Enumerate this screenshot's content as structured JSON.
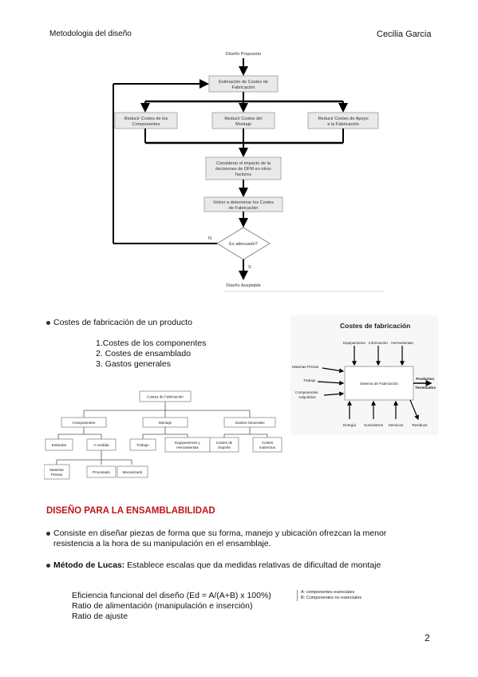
{
  "header": {
    "left": "Metodologia del diseño",
    "right": "Cecilia Garcia"
  },
  "flowchart": {
    "start": "Diseño Propuesto",
    "estimate": [
      "Estimación de Costes de",
      "Fabricación"
    ],
    "reduce_components": [
      "Reducir Costes de los",
      "Componentes"
    ],
    "reduce_assembly": [
      "Reducir Costes del",
      "Montaje"
    ],
    "reduce_support": [
      "Reducir Costes de Apoyo",
      "a la Fabricación"
    ],
    "consider": [
      "Considerar el impacto de la",
      "decisiones de DFM en otros",
      "factores"
    ],
    "redetermine": [
      "Volver a determinar los Costes",
      "de Fabricación"
    ],
    "decision": "Es adecuado?",
    "no_label": "N",
    "yes_label": "S",
    "end": "Diseño Aceptable"
  },
  "costs": {
    "bullet": "Costes de fabricación de un producto",
    "items": [
      "1.Costes de los componentes",
      "2. Costes de ensamblado",
      "3. Gastos generales"
    ]
  },
  "system_diagram": {
    "title": "Costes de fabricación",
    "top_inputs": [
      "Equipamiento",
      "Información",
      "Herramientas"
    ],
    "left_inputs": [
      "Materias Primas",
      "Trabajo",
      "Componentes",
      "Adquiridos"
    ],
    "center": "Sistema de Fabricación",
    "output": [
      "Productos",
      "Terminados"
    ],
    "bottom": [
      "Energía",
      "Suministros",
      "Servicios",
      "Residuos"
    ]
  },
  "tree": {
    "root": "Costes de Fabricación",
    "level1": [
      "Componentes",
      "Montaje",
      "Gastos Generales"
    ],
    "components_children": [
      "Estándar",
      "A medida"
    ],
    "assembly_children": [
      "Trabajo",
      "Equipamiento y",
      "Herramientas"
    ],
    "overhead_children": [
      "Costes de",
      "Soporte",
      "Costes",
      "Indirectos"
    ],
    "custom_children": [
      "Materias",
      "Primas",
      "Procesado",
      "Mecanizado"
    ]
  },
  "dfa": {
    "title": "DISEÑO PARA LA ENSAMBLABILIDAD",
    "bullet1_line1": "Consiste en diseñar piezas de forma que su forma, manejo y ubicación ofrezcan la menor",
    "bullet1_line2": "resistencia a la hora de su manipulación en el ensamblaje.",
    "lucas_bold": "Método de Lucas:",
    "lucas_rest": " Establece escalas que da medidas relativas de dificultad de montaje",
    "efficiency": "Eficiencia funcional del diseño (Ed = A/(A+B) x 100%)",
    "feed_ratio": "Ratio de alimentación (manipulación e inserción)",
    "fit_ratio": "Ratio de ajuste",
    "legend_a": "A: componentes esenciales",
    "legend_b": "B: Componentes no esenciales"
  },
  "page_number": "2"
}
